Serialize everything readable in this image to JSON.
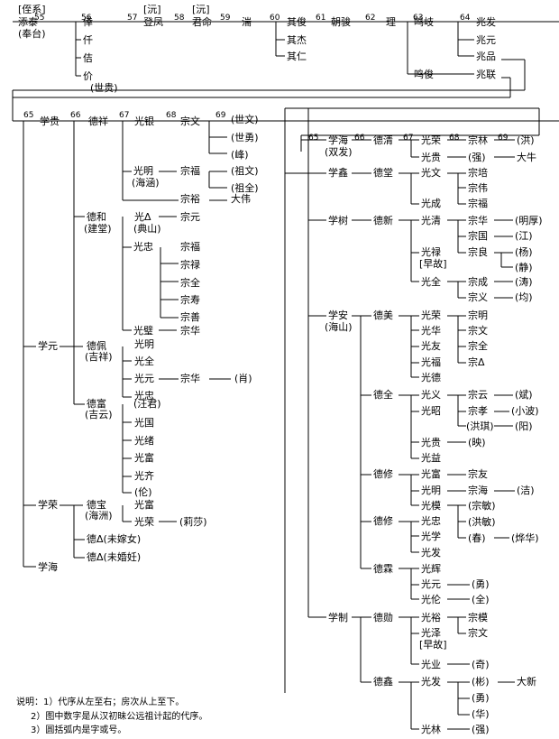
{
  "diagram": {
    "nodes": [
      {
        "id": "tag-zhixi",
        "label": "[侄系]"
      },
      {
        "id": "n-tiantai",
        "label": "添泰"
      },
      {
        "id": "n-tiantai-alias",
        "label": "(奉台)"
      },
      {
        "id": "n-wei",
        "label": "倖"
      },
      {
        "id": "n-shi",
        "label": "仟"
      },
      {
        "id": "n-ji",
        "label": "佶"
      },
      {
        "id": "n-jie",
        "label": "价"
      },
      {
        "id": "n-jie-alias",
        "label": "(世贵)"
      },
      {
        "id": "tag-yuan1",
        "label": "[沅]"
      },
      {
        "id": "n-dengfeng",
        "label": "登凤"
      },
      {
        "id": "tag-yuan2",
        "label": "[沅]"
      },
      {
        "id": "n-junming",
        "label": "君命"
      },
      {
        "id": "n-mei",
        "label": "湍"
      },
      {
        "id": "n-qijun",
        "label": "其俊"
      },
      {
        "id": "n-qijie",
        "label": "其杰"
      },
      {
        "id": "n-qiren",
        "label": "其仁"
      },
      {
        "id": "n-chaojun",
        "label": "朝骏"
      },
      {
        "id": "n-li",
        "label": "理"
      },
      {
        "id": "n-mingqi",
        "label": "鸣岐"
      },
      {
        "id": "n-zhaofa",
        "label": "兆发"
      },
      {
        "id": "n-zhaoyuan",
        "label": "兆元"
      },
      {
        "id": "n-zhaopin",
        "label": "兆品"
      },
      {
        "id": "n-mingjun",
        "label": "鸣俊"
      },
      {
        "id": "n-zhaolian",
        "label": "兆联"
      },
      {
        "id": "n-xuegui",
        "label": "学贵"
      },
      {
        "id": "n-dexiang",
        "label": "德祥"
      },
      {
        "id": "n-guangyin",
        "label": "光银"
      },
      {
        "id": "n-zongwen1",
        "label": "宗文"
      },
      {
        "id": "n-shiwen",
        "label": "(世文)"
      },
      {
        "id": "n-shiyong",
        "label": "(世勇)"
      },
      {
        "id": "n-feng",
        "label": "(峰)"
      },
      {
        "id": "n-guangming1",
        "label": "光明"
      },
      {
        "id": "n-guangming1-alias",
        "label": "(海涵)"
      },
      {
        "id": "n-zongfu1",
        "label": "宗福"
      },
      {
        "id": "n-zuwen",
        "label": "(祖文)"
      },
      {
        "id": "n-zuquan",
        "label": "(祖全)"
      },
      {
        "id": "n-zongyu",
        "label": "宗裕"
      },
      {
        "id": "n-dawei",
        "label": "大伟"
      },
      {
        "id": "n-dehe",
        "label": "德和"
      },
      {
        "id": "n-dehe-alias",
        "label": "(建堂)"
      },
      {
        "id": "n-guangx",
        "label": "光Δ"
      },
      {
        "id": "n-guangx-alias",
        "label": "(典山)"
      },
      {
        "id": "n-zongyuan",
        "label": "宗元"
      },
      {
        "id": "n-guangzhong1",
        "label": "光忠"
      },
      {
        "id": "n-zongfu2",
        "label": "宗福"
      },
      {
        "id": "n-zonglu",
        "label": "宗禄"
      },
      {
        "id": "n-zongquan1",
        "label": "宗全"
      },
      {
        "id": "n-zongshou",
        "label": "宗寿"
      },
      {
        "id": "n-zongshan",
        "label": "宗善"
      },
      {
        "id": "n-guangbi",
        "label": "光璧"
      },
      {
        "id": "n-zonghua1",
        "label": "宗华"
      },
      {
        "id": "n-xueyuan",
        "label": "学元"
      },
      {
        "id": "n-depei",
        "label": "德佩"
      },
      {
        "id": "n-depei-alias",
        "label": "(吉祥)"
      },
      {
        "id": "n-guangming2",
        "label": "光明"
      },
      {
        "id": "n-guangquan",
        "label": "光全"
      },
      {
        "id": "n-guangyuan1",
        "label": "光元"
      },
      {
        "id": "n-zonghua2",
        "label": "宗华"
      },
      {
        "id": "n-xiao",
        "label": "(肖)"
      },
      {
        "id": "n-guangzhong2",
        "label": "光忠"
      },
      {
        "id": "n-defu",
        "label": "德富"
      },
      {
        "id": "n-defu-alias",
        "label": "(吉云)"
      },
      {
        "id": "n-wangjun",
        "label": "(汪君)"
      },
      {
        "id": "n-guangguo",
        "label": "光国"
      },
      {
        "id": "n-guangxu",
        "label": "光绪"
      },
      {
        "id": "n-guangfu1",
        "label": "光富"
      },
      {
        "id": "n-guangqi",
        "label": "光齐"
      },
      {
        "id": "n-lun1",
        "label": "(伦)"
      },
      {
        "id": "n-xuerong",
        "label": "学荣"
      },
      {
        "id": "n-debao",
        "label": "德宝"
      },
      {
        "id": "n-debao-alias",
        "label": "(海洲)"
      },
      {
        "id": "n-guangfu2",
        "label": "光富"
      },
      {
        "id": "n-guangrong1",
        "label": "光荣"
      },
      {
        "id": "n-lisha",
        "label": "(莉莎)"
      },
      {
        "id": "n-dex1",
        "label": "德Δ(未嫁女)"
      },
      {
        "id": "n-dex2",
        "label": "德Δ(未婚妊)"
      },
      {
        "id": "n-xuehai",
        "label": "学海"
      },
      {
        "id": "n-xuehai2",
        "label": "学海"
      },
      {
        "id": "n-xuehai2-alias",
        "label": "(双发)"
      },
      {
        "id": "n-deqing",
        "label": "德清"
      },
      {
        "id": "n-guangrong2",
        "label": "光荣"
      },
      {
        "id": "n-zonglin",
        "label": "宗林"
      },
      {
        "id": "n-hong1",
        "label": "(洪)"
      },
      {
        "id": "n-guanggui1",
        "label": "光贵"
      },
      {
        "id": "n-qiang",
        "label": "(强)"
      },
      {
        "id": "n-daniu",
        "label": "大牛"
      },
      {
        "id": "n-xuexin",
        "label": "学鑫"
      },
      {
        "id": "n-detang",
        "label": "德堂"
      },
      {
        "id": "n-guangwen",
        "label": "光文"
      },
      {
        "id": "n-zongpei",
        "label": "宗培"
      },
      {
        "id": "n-zongwei",
        "label": "宗伟"
      },
      {
        "id": "n-zongfu3",
        "label": "宗福"
      },
      {
        "id": "n-guangcheng",
        "label": "光成"
      },
      {
        "id": "n-xueshu",
        "label": "学树"
      },
      {
        "id": "n-dexin",
        "label": "德新"
      },
      {
        "id": "n-guangqing",
        "label": "光清"
      },
      {
        "id": "n-zonghua3",
        "label": "宗华"
      },
      {
        "id": "n-minghou",
        "label": "(明厚)"
      },
      {
        "id": "n-zongguo",
        "label": "宗国"
      },
      {
        "id": "n-jiang",
        "label": "(江)"
      },
      {
        "id": "n-zongliang",
        "label": "宗良"
      },
      {
        "id": "n-yang",
        "label": "(杨)"
      },
      {
        "id": "n-jing",
        "label": "(静)"
      },
      {
        "id": "n-guanglu",
        "label": "光禄"
      },
      {
        "id": "n-guanglu-alias",
        "label": "[早故]"
      },
      {
        "id": "n-guangquan2",
        "label": "光全"
      },
      {
        "id": "n-zongcheng",
        "label": "宗成"
      },
      {
        "id": "n-tao",
        "label": "(涛)"
      },
      {
        "id": "n-zongyi",
        "label": "宗义"
      },
      {
        "id": "n-jun1",
        "label": "(均)"
      },
      {
        "id": "n-xuean",
        "label": "学安"
      },
      {
        "id": "n-xuean-alias",
        "label": "(海山)"
      },
      {
        "id": "n-demei",
        "label": "德美"
      },
      {
        "id": "n-guangrong3",
        "label": "光荣"
      },
      {
        "id": "n-zongming",
        "label": "宗明"
      },
      {
        "id": "n-guanghua",
        "label": "光华"
      },
      {
        "id": "n-zongwen2",
        "label": "宗文"
      },
      {
        "id": "n-guangyou",
        "label": "光友"
      },
      {
        "id": "n-zongquan2",
        "label": "宗全"
      },
      {
        "id": "n-guangfu3",
        "label": "光福"
      },
      {
        "id": "n-zongx",
        "label": "宗Δ"
      },
      {
        "id": "n-guangde",
        "label": "光德"
      },
      {
        "id": "n-dequan",
        "label": "德全"
      },
      {
        "id": "n-guangyi",
        "label": "光义"
      },
      {
        "id": "n-zongyun",
        "label": "宗云"
      },
      {
        "id": "n-bin",
        "label": "(斌)"
      },
      {
        "id": "n-guangzhao",
        "label": "光昭"
      },
      {
        "id": "n-zongxiao",
        "label": "宗孝"
      },
      {
        "id": "n-xiaobo",
        "label": "(小波)"
      },
      {
        "id": "n-hongqi",
        "label": "(洪琪)"
      },
      {
        "id": "n-yang2",
        "label": "(阳)"
      },
      {
        "id": "n-guanggui2",
        "label": "光贵"
      },
      {
        "id": "n-ying",
        "label": "(映)"
      },
      {
        "id": "n-guangyi2",
        "label": "光益"
      },
      {
        "id": "n-dexiu",
        "label": "德修"
      },
      {
        "id": "n-guangfu4",
        "label": "光富"
      },
      {
        "id": "n-zongyou",
        "label": "宗友"
      },
      {
        "id": "n-guangming3",
        "label": "光明"
      },
      {
        "id": "n-zonghai",
        "label": "宗海"
      },
      {
        "id": "n-jie2",
        "label": "(洁)"
      },
      {
        "id": "n-guangmo",
        "label": "光模"
      },
      {
        "id": "n-zongmin",
        "label": "(宗敏)"
      },
      {
        "id": "n-hongmin",
        "label": "(洪敏)"
      },
      {
        "id": "n-chun",
        "label": "(春)"
      },
      {
        "id": "n-yehua",
        "label": "(烨华)"
      },
      {
        "id": "n-dexiu2",
        "label": "德修"
      },
      {
        "id": "n-guangzhong3",
        "label": "光忠"
      },
      {
        "id": "n-guangxue",
        "label": "光学"
      },
      {
        "id": "n-guangfa",
        "label": "光发"
      },
      {
        "id": "n-dexiao",
        "label": "德霖"
      },
      {
        "id": "n-guanghui",
        "label": "光辉"
      },
      {
        "id": "n-guangyuan2",
        "label": "光元"
      },
      {
        "id": "n-yong1",
        "label": "(勇)"
      },
      {
        "id": "n-guanglun",
        "label": "光伦"
      },
      {
        "id": "n-quan",
        "label": "(全)"
      },
      {
        "id": "n-xuezhi",
        "label": "学制"
      },
      {
        "id": "n-dexun",
        "label": "德勋"
      },
      {
        "id": "n-guangyu",
        "label": "光裕"
      },
      {
        "id": "n-zongmo",
        "label": "宗模"
      },
      {
        "id": "n-guangze",
        "label": "光泽"
      },
      {
        "id": "n-guangze-alias",
        "label": "[早故]"
      },
      {
        "id": "n-zongwen3",
        "label": "宗文"
      },
      {
        "id": "n-guangye",
        "label": "光业"
      },
      {
        "id": "n-qi",
        "label": "(奇)"
      },
      {
        "id": "n-dexin2",
        "label": "德鑫"
      },
      {
        "id": "n-guangfa2",
        "label": "光发"
      },
      {
        "id": "n-biao",
        "label": "(彬)"
      },
      {
        "id": "n-daxin",
        "label": "大新"
      },
      {
        "id": "n-yong2",
        "label": "(勇)"
      },
      {
        "id": "n-hua",
        "label": "(华)"
      },
      {
        "id": "n-guanglin",
        "label": "光林"
      },
      {
        "id": "n-qiang2",
        "label": "(强)"
      }
    ],
    "generation_numbers": [
      "55",
      "56",
      "57",
      "58",
      "59",
      "60",
      "61",
      "62",
      "63",
      "64",
      "65",
      "66",
      "67",
      "68",
      "69",
      "65",
      "66",
      "67",
      "68",
      "69"
    ],
    "notes": [
      "说明：1）代序从左至右；房次从上至下。",
      "2）图中数字是从汉初昧公远祖计起的代序。",
      "3）圆括弧内是字或号。"
    ]
  }
}
